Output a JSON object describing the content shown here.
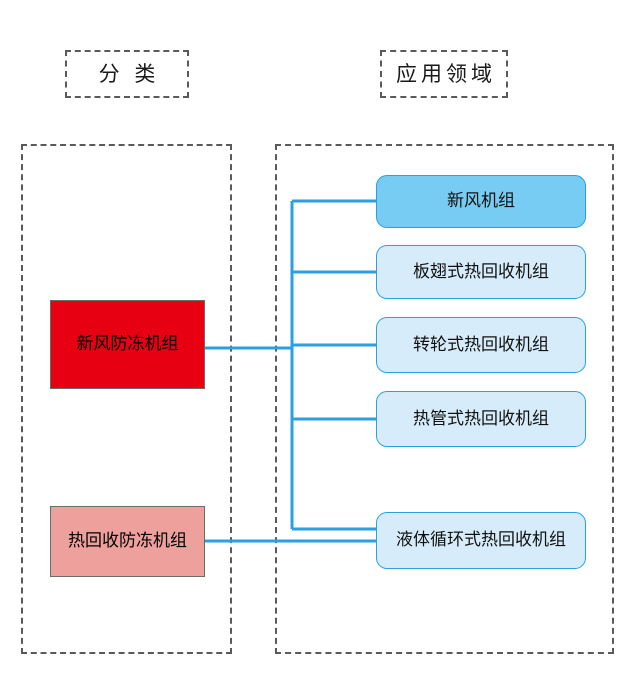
{
  "diagram": {
    "headers": [
      {
        "id": "classification",
        "label": "分 类"
      },
      {
        "id": "application",
        "label": "应用领域"
      }
    ],
    "categories": [
      {
        "id": "fresh-air",
        "label": "新风防冻机组",
        "color": "#e60012"
      },
      {
        "id": "heat-recovery",
        "label": "热回收防冻机组",
        "color": "#eda09c"
      }
    ],
    "applications": [
      {
        "label": "新风机组",
        "color": "#76ccf2"
      },
      {
        "label": "板翅式热回收机组",
        "color": "#d6ecfa"
      },
      {
        "label": "转轮式热回收机组",
        "color": "#d6ecfa"
      },
      {
        "label": "热管式热回收机组",
        "color": "#d6ecfa"
      },
      {
        "label": "液体循环式热回收机组",
        "color": "#d6ecfa"
      }
    ],
    "connector_color": "#2b9fe0",
    "container_border_color": "#5a5a5a"
  }
}
